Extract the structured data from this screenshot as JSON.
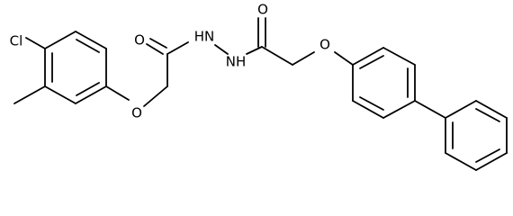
{
  "molecule": {
    "atom_labels": {
      "chlorine": "Cl",
      "ether_oxygen_left": "O",
      "carbonyl_oxygen_left": "O",
      "nh_upper": "HN",
      "nh_lower": "NH",
      "carbonyl_oxygen_right": "O",
      "ether_oxygen_right": "O"
    }
  }
}
